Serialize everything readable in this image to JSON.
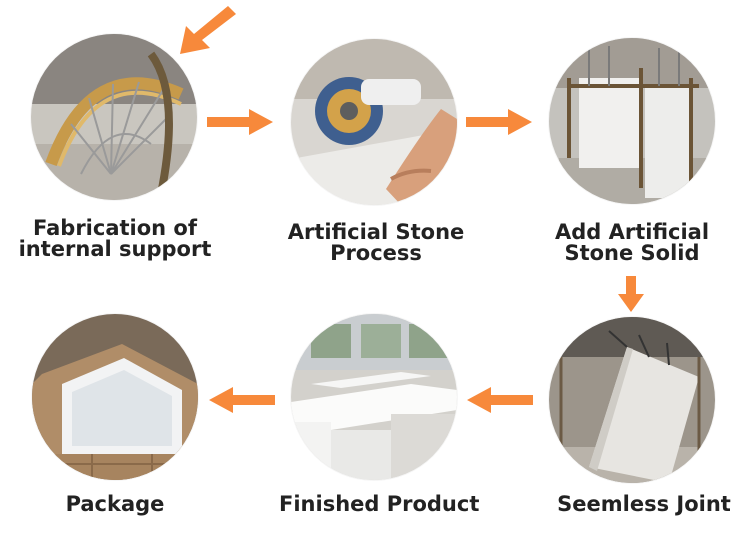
{
  "accent_color": "#f7893b",
  "steps": [
    {
      "label_lines": [
        "Fabrication of",
        "internal support"
      ]
    },
    {
      "label_lines": [
        "Artificial Stone",
        "Process"
      ]
    },
    {
      "label_lines": [
        "Add Artificial",
        "Stone Solid"
      ]
    },
    {
      "label_lines": [
        "Seemless Joint"
      ]
    },
    {
      "label_lines": [
        "Finished Product"
      ]
    },
    {
      "label_lines": [
        "Package"
      ]
    }
  ]
}
